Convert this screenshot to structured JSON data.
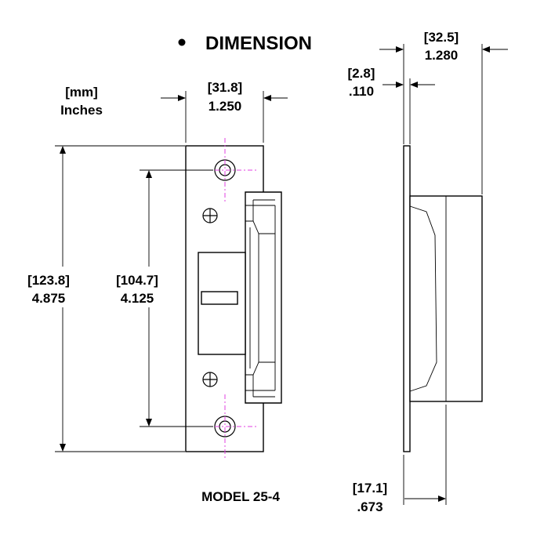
{
  "title": "DIMENSION",
  "units_label": {
    "mm": "[mm]",
    "inches": "Inches"
  },
  "model": "MODEL 25-4",
  "dimensions": {
    "faceplate_width": {
      "mm": "[31.8]",
      "in": "1.250"
    },
    "overall_height": {
      "mm": "[123.8]",
      "in": "4.875"
    },
    "hole_spacing": {
      "mm": "[104.7]",
      "in": "4.125"
    },
    "plate_thickness": {
      "mm": "[2.8]",
      "in": ".110"
    },
    "overall_depth": {
      "mm": "[32.5]",
      "in": "1.280"
    },
    "body_step": {
      "mm": "[17.1]",
      "in": ".673"
    }
  },
  "colors": {
    "line": "#000000",
    "centerline": "#e040e0"
  }
}
